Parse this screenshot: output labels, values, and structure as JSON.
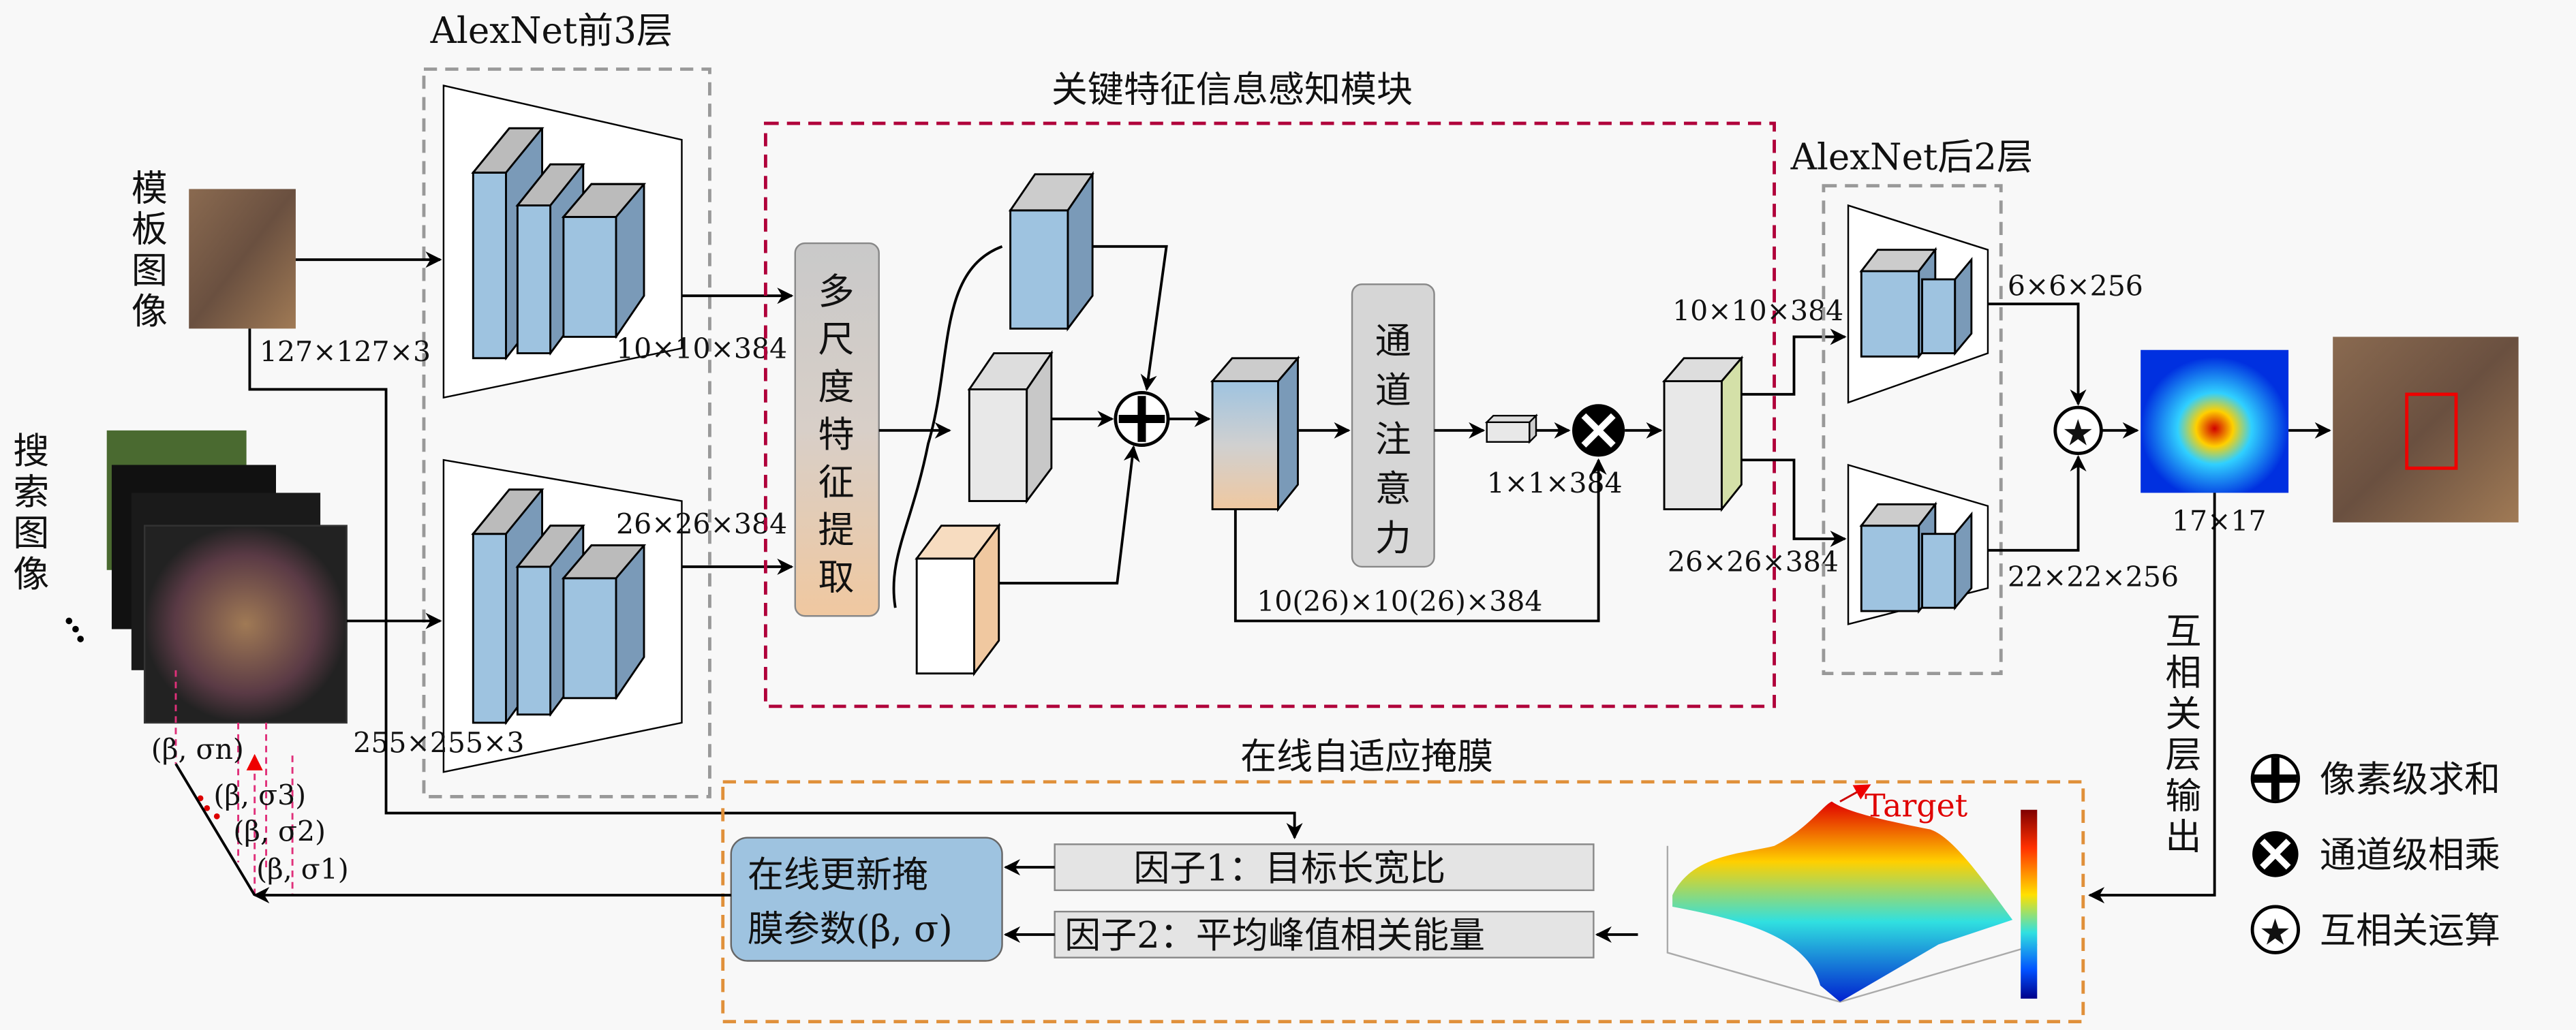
{
  "titles": {
    "alexnet_front": "AlexNet前3层",
    "alexnet_back": "AlexNet后2层",
    "module": "关键特征信息感知模块",
    "mask": "在线自适应掩膜"
  },
  "inputs": {
    "template_label": [
      "模",
      "板",
      "图",
      "像"
    ],
    "template_size": "127×127×3",
    "search_label": [
      "搜",
      "索",
      "图",
      "像"
    ],
    "search_size": "255×255×3"
  },
  "dims": {
    "front_top": "10×10×384",
    "front_bottom": "26×26×384",
    "attn_out": "1×1×384",
    "skip": "10(26)×10(26)×384",
    "mid_top": "10×10×384",
    "mid_bottom": "26×26×384",
    "back_top": "6×6×256",
    "back_bottom": "22×22×256",
    "response": "17×17"
  },
  "blocks": {
    "multiscale": [
      "多",
      "尺",
      "度",
      "特",
      "征",
      "提",
      "取"
    ],
    "channel_attention": [
      "通",
      "道",
      "注",
      "意",
      "力"
    ]
  },
  "mask_params": [
    "(β, σn)",
    "(β, σ3)",
    "(β, σ2)",
    "(β, σ1)"
  ],
  "mask_panel": {
    "update_line1": "在线更新掩",
    "update_line2": "膜参数(β, σ)",
    "factor1": "因子1：目标长宽比",
    "factor2": "因子2：平均峰值相关能量",
    "target_label": "Target"
  },
  "xcorr_output": [
    "互",
    "相",
    "关",
    "层",
    "输",
    "出"
  ],
  "legend": [
    {
      "symbol": "plus",
      "label": "像素级求和"
    },
    {
      "symbol": "times",
      "label": "通道级相乘"
    },
    {
      "symbol": "star",
      "label": "互相关运算"
    }
  ],
  "colors": {
    "module_border": "#b0003a",
    "mask_border": "#e0903a",
    "block_blue": "#9ec3e0",
    "target": "#e00000"
  }
}
